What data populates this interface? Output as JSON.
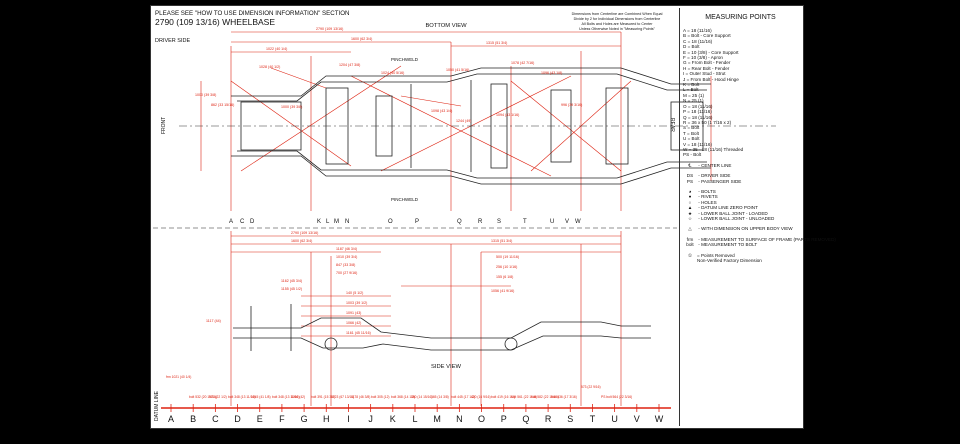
{
  "header": {
    "note": "PLEASE SEE \"HOW TO USE DIMENSION INFORMATION\" SECTION",
    "wheelbase": "2790 (109 13/16) WHEELBASE",
    "driver_side": "DRIVER SIDE",
    "info": [
      "Dimensions from Centerline are Combined When Equal",
      "Divide by 2 for Individual Dimensions from Centerline",
      "All Bolts and Holes are Measured to Center",
      "Unless Otherwise Noted in \"Measuring Points\""
    ]
  },
  "views": {
    "bottom": "BOTTOM VIEW",
    "side": "SIDE VIEW",
    "pinchweld_top": "PINCHWELD",
    "pinchweld_bottom": "PINCHWELD",
    "front": "FRONT",
    "rear": "REAR",
    "datum_line": "DATUM LINE"
  },
  "legend": {
    "title": "MEASURING POINTS",
    "points": [
      "A  =  18 (11/16)",
      "B  =  Bolt - Core Support",
      "C  =  18 (11/16)",
      "D  =  Bolt",
      "E  =  10 (3/8) - Core Support",
      "F  =  10 (3/8) - Apron",
      "G  =  From Bolt - Fender",
      "H  =  Rear Bolt - Fender",
      "I   =  Outer Stud - Strut",
      "J  =  From Bolt - Hood Hinge",
      "K  =  Bolt",
      "L  =  Bolt",
      "M  =  25 (1)",
      "N  =  25 (1)",
      "O  =  18 (11/16)",
      "P  =  18 (11/16)",
      "Q  =  18 (11/16)",
      "R  =  36 x 50  (1 7/16 x 2)",
      "S  =  Bolt",
      "T  =  Bolt",
      "U  =  Bolt",
      "V  =  18 (11/16)",
      "W  =  35 - 18 (11/16) Threaded",
      "           PS - Bolt"
    ],
    "cl": "CENTER LINE",
    "sides": [
      {
        "code": "DS",
        "text": "DRIVER SIDE"
      },
      {
        "code": "PS",
        "text": "PASSENGER SIDE"
      }
    ],
    "symbols": [
      {
        "text": "BOLTS"
      },
      {
        "text": "RIVETS"
      },
      {
        "text": "HOLES"
      },
      {
        "text": "DATUM LINE ZERO POINT"
      },
      {
        "text": "LOWER BALL JOINT - LOADED"
      },
      {
        "text": "LOWER BALL JOINT - UNLOADED"
      }
    ],
    "upper_body": "WITH DIMENSION ON UPPER BODY VIEW",
    "frm_code": "frm",
    "frm_text": "MEASUREMENT TO SURFACE OF FRAME (PARTS REMOVED)",
    "bolt_code": "bolt",
    "bolt_text": "MEASUREMENT TO BOLT",
    "removed": "= Points Removed",
    "nonverified": "Non-Verified Factory Dimension"
  },
  "bottom_letters": [
    "A",
    "C",
    "D",
    "K",
    "L",
    "M",
    "N",
    "O",
    "P",
    "Q",
    "R",
    "S",
    "T",
    "U",
    "V",
    "W"
  ],
  "axis_letters": [
    "A",
    "B",
    "C",
    "D",
    "E",
    "F",
    "G",
    "H",
    "I",
    "J",
    "K",
    "L",
    "M",
    "N",
    "O",
    "P",
    "Q",
    "R",
    "S",
    "T",
    "U",
    "V",
    "W"
  ],
  "dims_top": [
    "2790 (109 13/16)",
    "1600 (62 3/4)",
    "1315 (51 3/4)",
    "1022 (40 1/4)",
    "1028 (40 1/2)",
    "1204 (47 3/8)",
    "1078 (42 7/16)",
    "1050 (41 5/16)",
    "1000 (39 3/8)",
    "862 (33 15/16)",
    "1024 (40 5/16)",
    "1098 (43 1/4)",
    "1094 (43 1/16)",
    "1244 (49)",
    "1000 (39 3/8)",
    "1096 (43 1/8)",
    "996 (39 3/16)"
  ],
  "dims_side": [
    "2790 (109 13/16)",
    "1600 (62 3/4)",
    "1315 (51 3/4)",
    "1187 (46 3/4)",
    "1010 (39 3/4)",
    "847 (33 3/8)",
    "700 (27 9/16)",
    "500 (19 11/16)",
    "256 (10 1/16)",
    "155 (6 1/8)",
    "140 (5 1/2)",
    "1117 (44)",
    "1003 (39 1/2)",
    "1091 (43)",
    "1066 (42)",
    "1161 (45 11/16)",
    "1162 (45 3/4)",
    "1155 (45 1/2)",
    "1056 (41 9/16)"
  ],
  "heights": [
    "frm 1021 (40 1/4)",
    "bolt 532 (20 15/16)",
    "571 (22 1/2)",
    "bolt 348 (13 11/16)",
    "1045 (41 1/8)",
    "bolt 348 (13 11/16)",
    "1066 (42)",
    "bolt 391 (15 3/8)",
    "1723 (67 13/16)",
    "1178 (46 3/8)",
    "bolt 305 (12)",
    "bolt 368 (14 1/2)",
    "380 (14 15/16)",
    "365 (14 3/8)",
    "bolt 445 (17 1/2)",
    "420 (16 9/16)",
    "bolt 419 (16 1/2)",
    "bolt 561 (22 1/16)",
    "bolt 582 (22 15/16)",
    "bolt 436 (17 3/16)",
    "573 (22 9/16)",
    "PS bolt 564 (22 3/16)"
  ]
}
